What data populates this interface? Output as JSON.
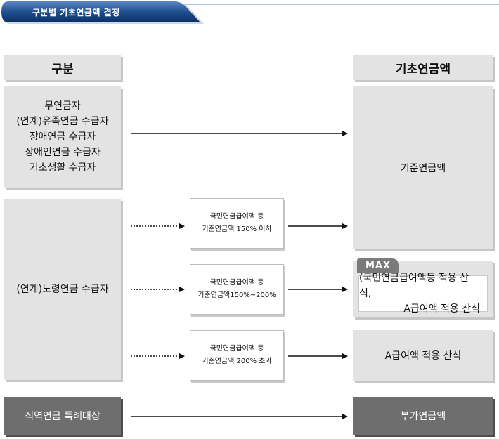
{
  "header": {
    "title": "구분별 기초연금액 결정"
  },
  "columns": {
    "left": "구분",
    "right": "기초연금액"
  },
  "rows": {
    "non_pension": {
      "lines": [
        "무연금자",
        "(연계)유족연금  수급자",
        "장애연금  수급자",
        "장애인연금  수급자",
        "기초생활  수급자"
      ],
      "result": "기준연금액"
    },
    "old_age": {
      "label": "(연계)노령연금  수급자",
      "cases": [
        {
          "lines": [
            "국민연금급여액  등",
            "기준연금액 150% 이하"
          ]
        },
        {
          "lines": [
            "국민연금급여액  등",
            "기준연금액150%~200%"
          ],
          "max_tag": "MAX",
          "result_lines": [
            "(국민연금급여액등  적용  산식,",
            "A급여액  적용  산식"
          ]
        },
        {
          "lines": [
            "국민연금급여액  등",
            "기준연금액 200% 초과"
          ],
          "result": "A급여액  적용  산식"
        }
      ]
    },
    "special": {
      "label": "직역연금  특례대상",
      "result": "부가연금액"
    }
  }
}
